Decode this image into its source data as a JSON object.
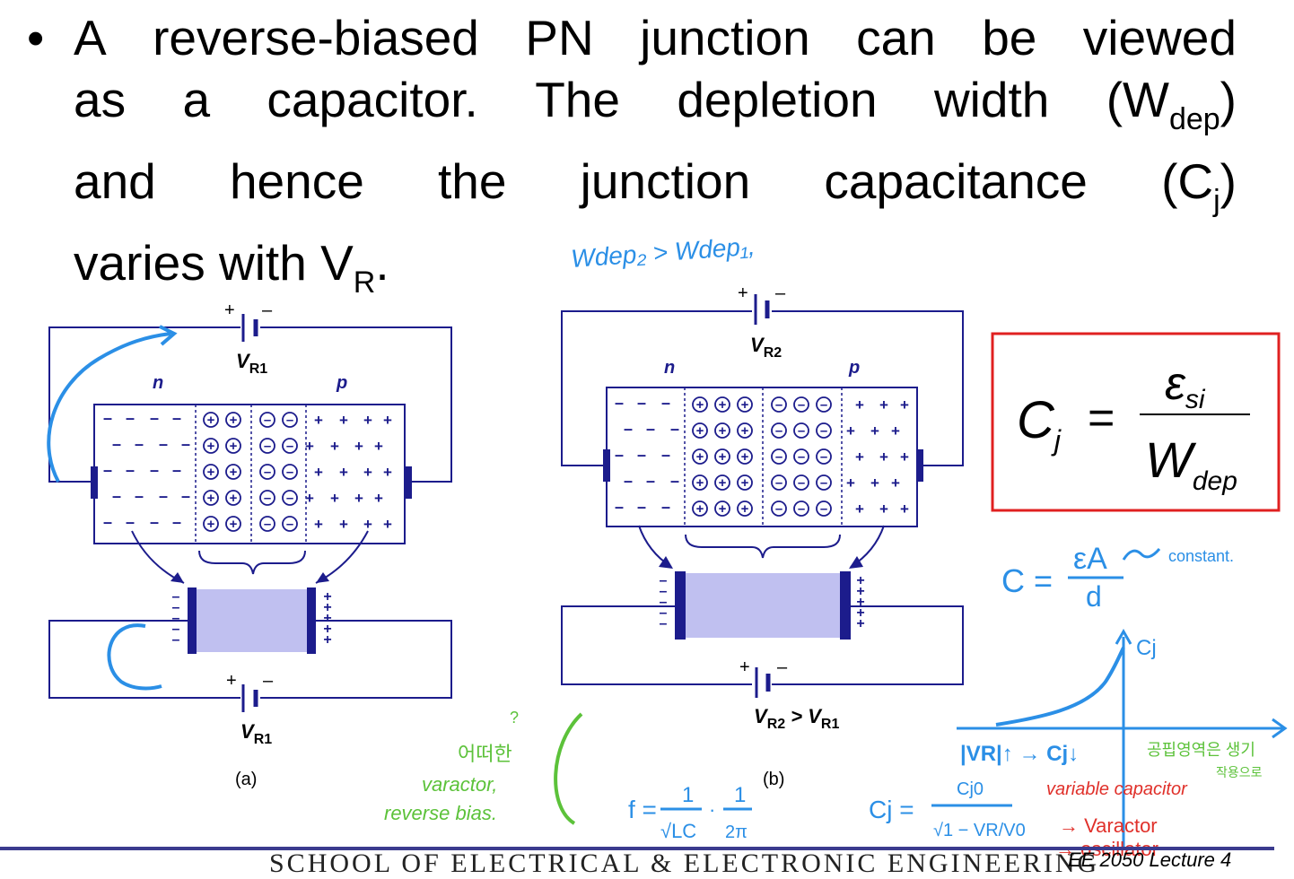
{
  "bullet": {
    "dot": "•",
    "line1_words": [
      "A",
      "reverse-biased",
      "PN",
      "junction",
      "can",
      "be",
      "viewed"
    ],
    "line2_words": [
      "as",
      "a",
      "capacitor.",
      "The",
      "depletion",
      "width",
      "(W",
      "dep",
      ")"
    ],
    "line3_words": [
      "and",
      "hence",
      "the",
      "junction",
      "capacitance",
      "(C",
      "j",
      ")"
    ],
    "line4": "varies with V",
    "line4_sub": "R",
    "line4_end": "."
  },
  "diagram_a": {
    "n_label": "n",
    "p_label": "p",
    "battery_top_label": "V",
    "battery_top_sub": "R1",
    "battery_bottom_label": "V",
    "battery_bottom_sub": "R1",
    "plus": "+",
    "minus": "–",
    "caption": "(a)"
  },
  "diagram_b": {
    "n_label": "n",
    "p_label": "p",
    "battery_top_label": "V",
    "battery_top_sub": "R2",
    "battery_bottom_text": "V",
    "battery_bottom_sub1": "R2",
    "battery_bottom_mid": " > V",
    "battery_bottom_sub2": "R1",
    "caption": "(b)"
  },
  "formula_box": {
    "lhs": "C",
    "lhs_sub": "j",
    "equals": "=",
    "numerator": "ε",
    "numerator_sub": "si",
    "denominator": "W",
    "denominator_sub": "dep",
    "border_color": "#e02020"
  },
  "handwriting": {
    "top_note": "Wdep₂ > Wdep₁,",
    "c_formula": "C =",
    "c_num": "εA",
    "c_den": "d",
    "c_note": "constant.",
    "graph_label": "Cj",
    "vr_note": "|VR|↑ → Cj↓",
    "korean_note1": "공핍영역은 생기",
    "korean_note2": "작용으로",
    "variable_cap": "variable capacitor",
    "varactor": "→ Varactor",
    "oscillator": "→ oscillator",
    "cj_formula_lhs": "Cj =",
    "cj_formula_num": "Cj0",
    "cj_formula_den": "√1 − VR/V0",
    "green_q": "?",
    "green_line1": "어떠한",
    "green_line2": "varactor,",
    "green_line3": "reverse bias.",
    "freq_lhs": "f =",
    "freq_num": "1",
    "freq_den": "√LC",
    "freq_num2": "1",
    "freq_den2": "2π",
    "blue_color": "#2b8fe6",
    "green_color": "#5cc23a",
    "red_color": "#e0302a"
  },
  "footer": {
    "school": "SCHOOL OF ELECTRICAL & ELECTRONIC ENGINEERING",
    "course": "EE 2050 Lecture 4"
  },
  "colors": {
    "navy": "#1c1c8c",
    "depletion_fill": "#c0c0f0"
  }
}
